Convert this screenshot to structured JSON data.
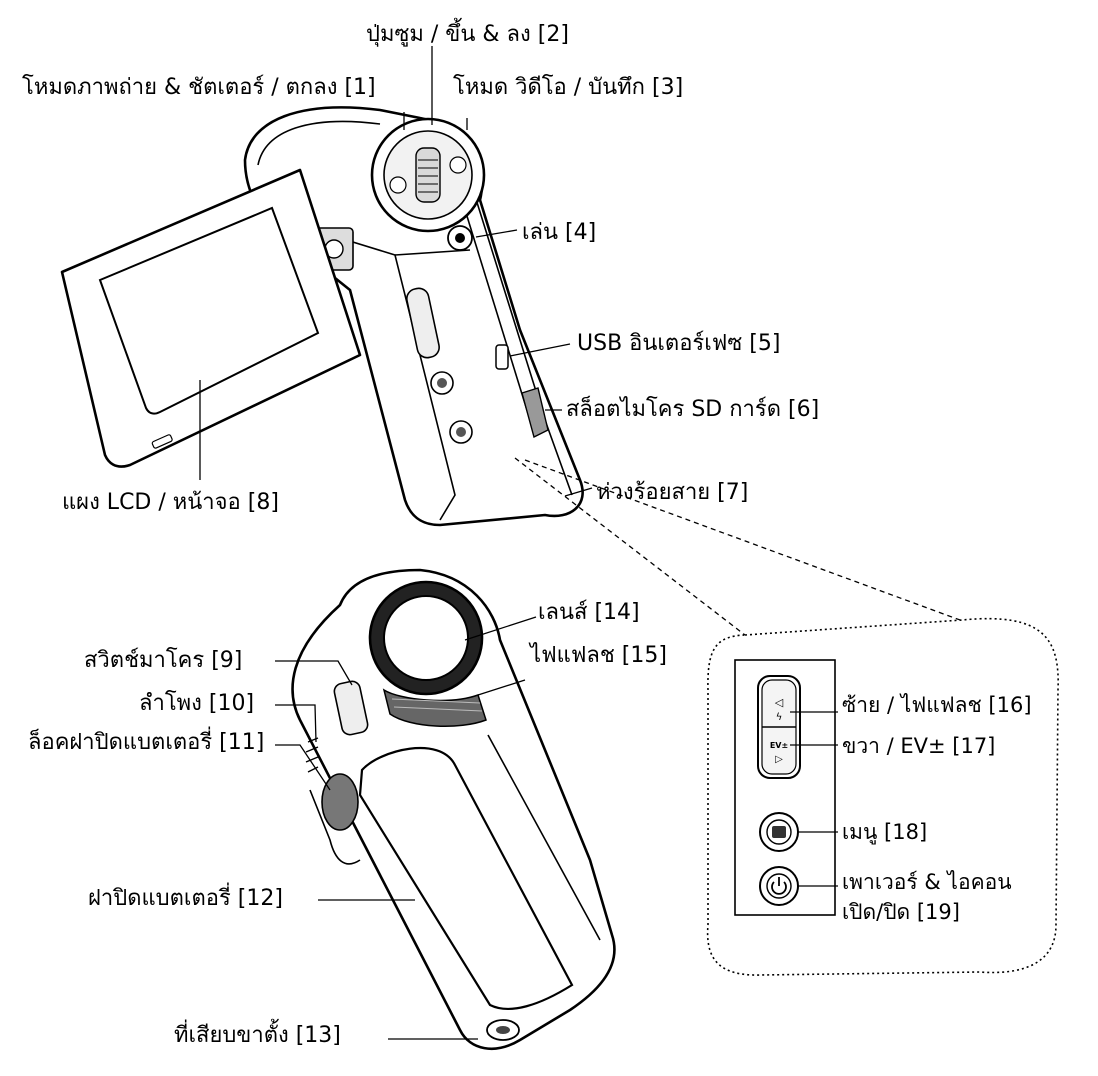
{
  "labels": {
    "l1": "โหมดภาพถ่าย & ชัตเตอร์ / ตกลง [1]",
    "l2": "ปุ่มซูม / ขึ้น & ลง [2]",
    "l3": "โหมด วิดีโอ / บันทึก [3]",
    "l4": "เล่น [4]",
    "l5": "USB อินเตอร์เฟซ [5]",
    "l6": "สล็อตไมโคร SD การ์ด [6]",
    "l7": "ห่วงร้อยสาย [7]",
    "l8": "แผง LCD / หน้าจอ [8]",
    "l9": "สวิตช์มาโคร [9]",
    "l10": "ลำโพง [10]",
    "l11": "ล็อคฝาปิดแบตเตอรี่ [11]",
    "l12": "ฝาปิดแบตเตอรี่ [12]",
    "l13": "ที่เสียบขาตั้ง [13]",
    "l14": "เลนส์ [14]",
    "l15": "ไฟแฟลช [15]",
    "l16": "ซ้าย / ไฟแฟลช [16]",
    "l17": "ขวา / EV± [17]",
    "l18": "เมนู [18]",
    "l19a": "เพาเวอร์ & ไอคอน",
    "l19b": "เปิด/ปิด [19]",
    "ev_key": "EV±"
  }
}
